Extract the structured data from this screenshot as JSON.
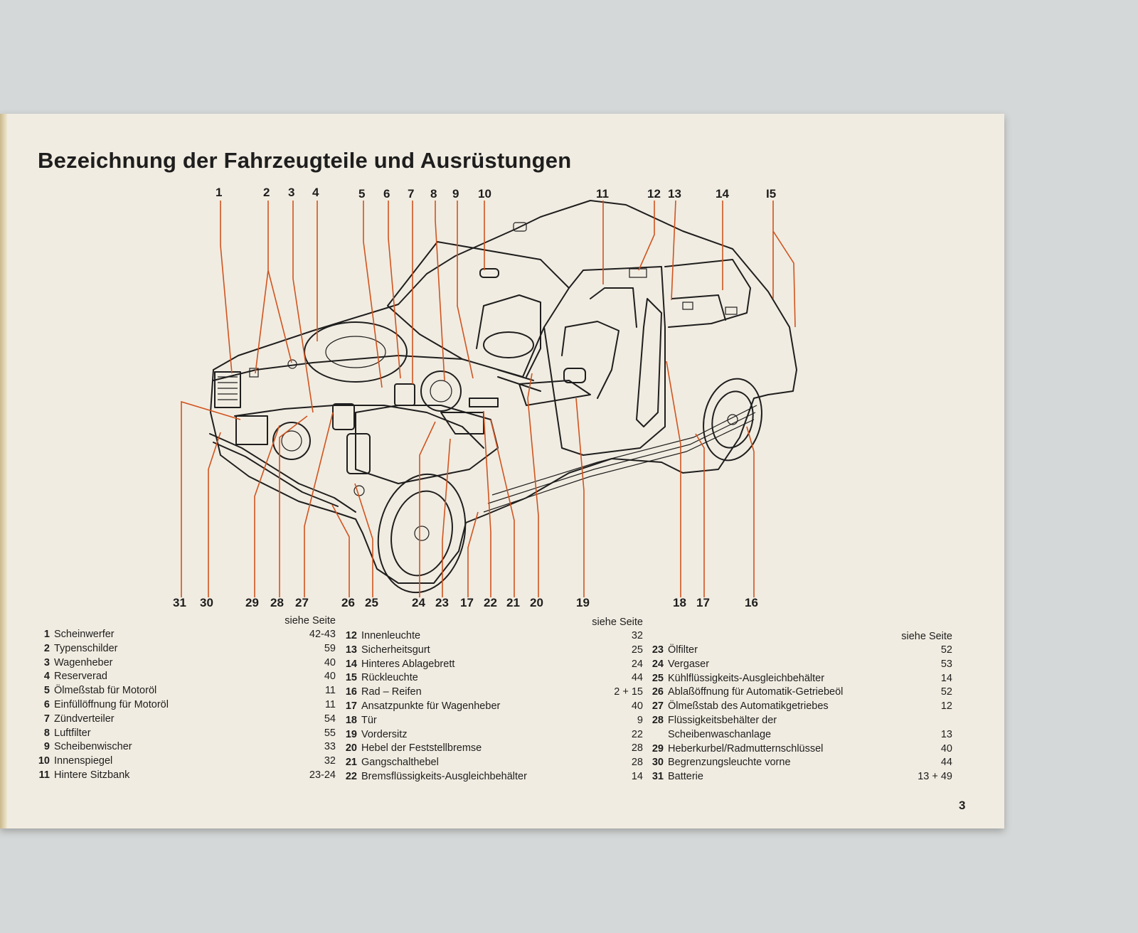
{
  "title": "Bezeichnung der Fahrzeugteile und Ausrüstungen",
  "see_page_label": "siehe Seite",
  "page_number": "3",
  "callouts_top": [
    "1",
    "2",
    "3",
    "4",
    "5",
    "6",
    "7",
    "8",
    "9",
    "10",
    "11",
    "12",
    "13",
    "14",
    "I5"
  ],
  "callouts_bottom": [
    "31",
    "30",
    "29",
    "28",
    "27",
    "26",
    "25",
    "24",
    "23",
    "17",
    "22",
    "21",
    "20",
    "19",
    "18",
    "17",
    "16"
  ],
  "legend": {
    "col1": [
      {
        "n": "1",
        "label": "Scheinwerfer",
        "page": "42-43"
      },
      {
        "n": "2",
        "label": "Typenschilder",
        "page": "59"
      },
      {
        "n": "3",
        "label": "Wagenheber",
        "page": "40"
      },
      {
        "n": "4",
        "label": "Reserverad",
        "page": "40"
      },
      {
        "n": "5",
        "label": "Ölmeßstab für Motoröl",
        "page": "11"
      },
      {
        "n": "6",
        "label": "Einfüllöffnung für Motoröl",
        "page": "11"
      },
      {
        "n": "7",
        "label": "Zündverteiler",
        "page": "54"
      },
      {
        "n": "8",
        "label": "Luftfilter",
        "page": "55"
      },
      {
        "n": "9",
        "label": "Scheibenwischer",
        "page": "33"
      },
      {
        "n": "10",
        "label": "Innenspiegel",
        "page": "32"
      },
      {
        "n": "11",
        "label": "Hintere Sitzbank",
        "page": "23-24"
      }
    ],
    "col2": [
      {
        "n": "12",
        "label": "Innenleuchte",
        "page": "32"
      },
      {
        "n": "13",
        "label": "Sicherheitsgurt",
        "page": "25"
      },
      {
        "n": "14",
        "label": "Hinteres Ablagebrett",
        "page": "24"
      },
      {
        "n": "15",
        "label": "Rückleuchte",
        "page": "44"
      },
      {
        "n": "16",
        "label": "Rad – Reifen",
        "page": "2 + 15"
      },
      {
        "n": "17",
        "label": "Ansatzpunkte für Wagenheber",
        "page": "40"
      },
      {
        "n": "18",
        "label": "Tür",
        "page": "9"
      },
      {
        "n": "19",
        "label": "Vordersitz",
        "page": "22"
      },
      {
        "n": "20",
        "label": "Hebel der Feststellbremse",
        "page": "28"
      },
      {
        "n": "21",
        "label": "Gangschalthebel",
        "page": "28"
      },
      {
        "n": "22",
        "label": "Bremsflüssigkeits-Ausgleichbehälter",
        "page": "14"
      }
    ],
    "col3": [
      {
        "n": "23",
        "label": "Ölfilter",
        "page": "52"
      },
      {
        "n": "24",
        "label": "Vergaser",
        "page": "53"
      },
      {
        "n": "25",
        "label": "Kühlflüssigkeits-Ausgleichbehälter",
        "page": "14"
      },
      {
        "n": "26",
        "label": "Ablaßöffnung für Automatik-Getriebeöl",
        "page": "52"
      },
      {
        "n": "27",
        "label": "Ölmeßstab des Automatikgetriebes",
        "page": "12"
      },
      {
        "n": "28",
        "label": "Flüssigkeitsbehälter der",
        "page": ""
      },
      {
        "n": "",
        "label": "Scheibenwaschanlage",
        "page": "13"
      },
      {
        "n": "29",
        "label": "Heberkurbel/Radmutternschlüssel",
        "page": "40"
      },
      {
        "n": "30",
        "label": "Begrenzungsleuchte vorne",
        "page": "44"
      },
      {
        "n": "31",
        "label": "Batterie",
        "page": "13 + 49"
      }
    ]
  }
}
